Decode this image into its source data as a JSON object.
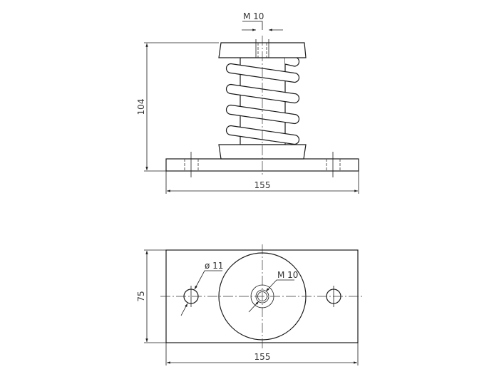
{
  "front_view": {
    "thread_label": "M 10",
    "height_dim": "104",
    "width_dim": "155"
  },
  "bottom_view": {
    "hole_dia_label": "ø 11",
    "thread_label": "M 10",
    "height_dim": "75",
    "width_dim": "155"
  },
  "colors": {
    "line": "#1a1a1a",
    "background": "#ffffff"
  }
}
